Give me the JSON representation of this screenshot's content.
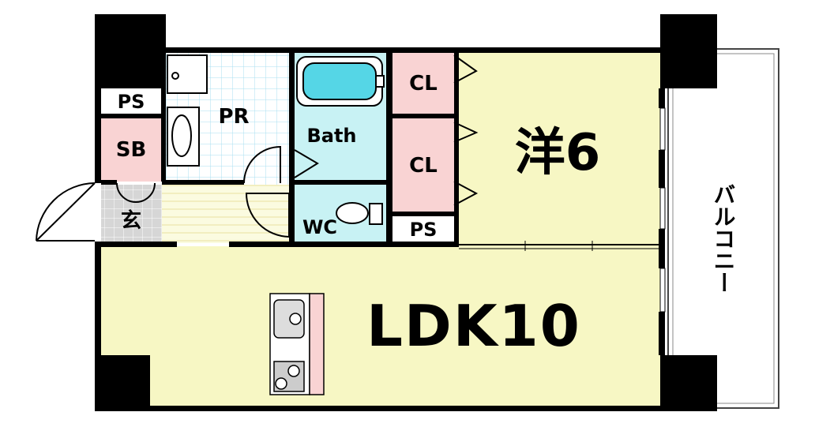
{
  "rooms": {
    "pr": "PR",
    "ps_top": "PS",
    "sb": "SB",
    "genkan": "玄",
    "bath": "Bath",
    "wc": "WC",
    "ps_mid": "PS",
    "cl_1": "CL",
    "cl_2": "CL",
    "yo": "洋6",
    "ldk": "LDK10",
    "balcony": "バルコニー"
  },
  "colors": {
    "wall": "#000000",
    "yellow_room": "#f7f7c4",
    "pink_room": "#f9d3d3",
    "blue_room": "#c8f2f4",
    "tile_line": "#a9dff0",
    "bathtub": "#55d6e6",
    "floor_grey": "#d6d6d6",
    "balcony": "#ffffff"
  }
}
